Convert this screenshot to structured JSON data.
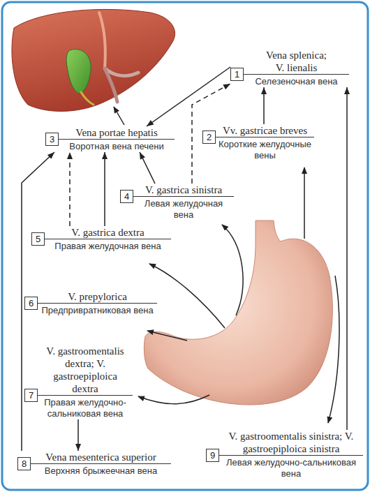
{
  "diagram": {
    "nodes": [
      {
        "text": [
          "1",
          "Vena splenica; V. lienalis",
          "Селезеночная вена"
        ]
      },
      {
        "text": [
          "2",
          "Vv. gastricae breves",
          "Короткие желудочные вены"
        ]
      },
      {
        "text": [
          "3",
          "Vena portae hepatis",
          "Воротная вена печени"
        ]
      },
      {
        "text": [
          "4",
          "V. gastrica sinistra",
          "Левая желудочная вена"
        ]
      },
      {
        "text": [
          "5",
          "V. gastrica dextra",
          "Правая желудочная вена"
        ]
      },
      {
        "text": [
          "6",
          "V. prepylorica",
          "Предпривратниковая вена"
        ]
      },
      {
        "text": [
          "7",
          "V. gastroomentalis dextra; V. gastroepiploica dextra",
          "Правая желудочно-сальниковая вена"
        ]
      },
      {
        "text": [
          "8",
          "Vena mesenterica superior",
          "Верхняя брыжеечная вена"
        ]
      },
      {
        "text": [
          "9",
          "V. gastroomentalis sinistra; V. gastroepiploica sinistra",
          "Левая желудочно-сальниковая вена"
        ]
      }
    ],
    "edges": [
      {
        "from": 0,
        "to": 2,
        "arrow": "to"
      },
      {
        "from": 1,
        "to": 0,
        "arrow": "to"
      },
      {
        "from": 3,
        "to": 2,
        "arrow": "to"
      },
      {
        "from": 3,
        "to": 0,
        "arrow": "to"
      },
      {
        "from": 4,
        "to": 2,
        "arrow": "to"
      },
      {
        "from": 4,
        "to": 2,
        "arrow": "to"
      },
      {
        "from": 6,
        "to": 7,
        "arrow": "to"
      },
      {
        "from": 7,
        "to": 2,
        "arrow": "to"
      },
      {
        "from": 8,
        "to": 0,
        "arrow": "to"
      }
    ]
  }
}
